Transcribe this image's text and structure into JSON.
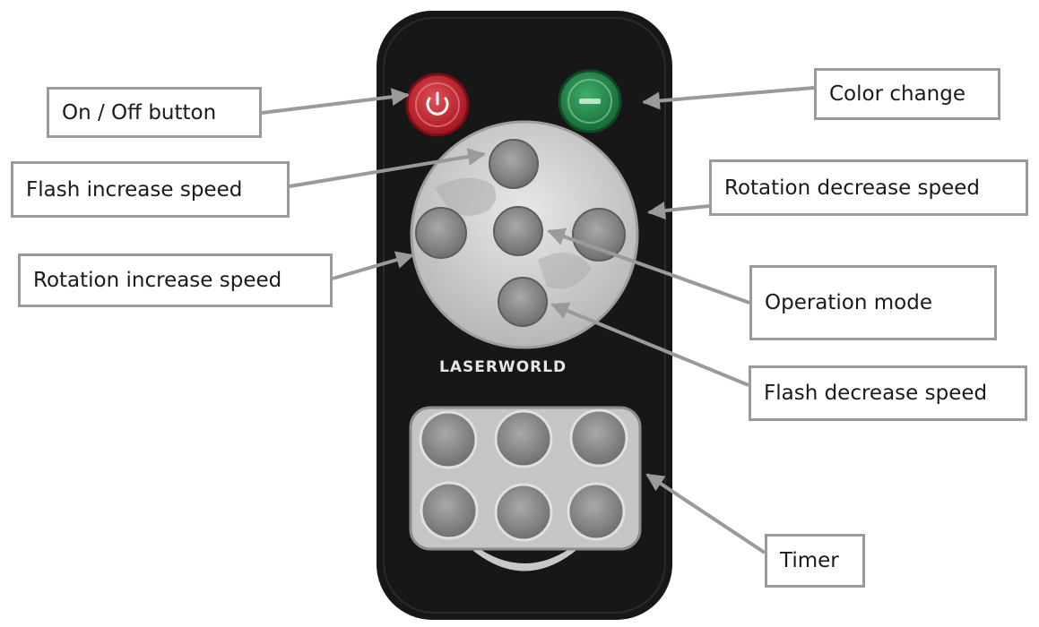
{
  "remote": {
    "brand": "LASERWORLD",
    "colors": {
      "body": "#171717",
      "power_button": "#cc2a35",
      "color_button": "#22884a",
      "pad": "#d4d4d4",
      "button_grey": "#8f8f8f",
      "arrow": "#9a9a9a"
    }
  },
  "callouts": {
    "on_off": "On / Off button",
    "color_change": "Color change",
    "flash_increase": "Flash increase speed",
    "rotation_decrease": "Rotation decrease speed",
    "rotation_increase": "Rotation increase speed",
    "operation_mode": "Operation mode",
    "flash_decrease": "Flash decrease speed",
    "timer": "Timer"
  }
}
